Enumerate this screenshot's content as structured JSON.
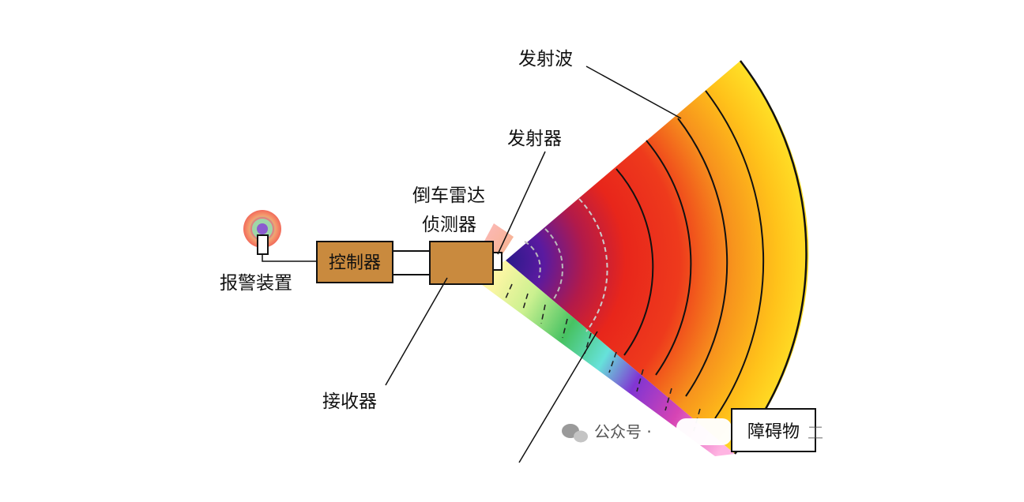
{
  "labels": {
    "wave": "发射波",
    "transmitter": "发射器",
    "detector_line1": "倒车雷达",
    "detector_line2": "侦测器",
    "alarm": "报警装置",
    "controller": "控制器",
    "receiver": "接收器",
    "obstacle": "障碍物"
  },
  "watermark": {
    "text": "公众号 ·",
    "tail": "工"
  },
  "icons": {
    "alarm": "alarm-light-icon",
    "watermark": "wechat-icon"
  },
  "colors": {
    "box_fill": "#c98a3e",
    "wave_outer": "#ffe21a",
    "wave_mid": "#f7941d",
    "wave_core": "#e8261b",
    "wave_inner": "#3b1a9a",
    "line": "#111111"
  }
}
